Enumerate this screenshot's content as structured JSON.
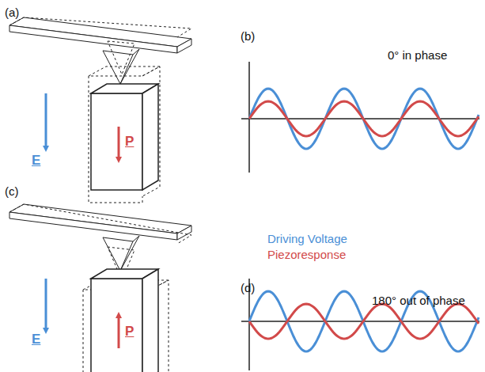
{
  "diagram": {
    "labels": [
      "(a)",
      "E",
      "P",
      "(b)",
      "0° in phase",
      "Driving Voltage",
      "Piezoresponse",
      "(c)",
      "E",
      "P",
      "(d)",
      "180° out of phase"
    ]
  }
}
